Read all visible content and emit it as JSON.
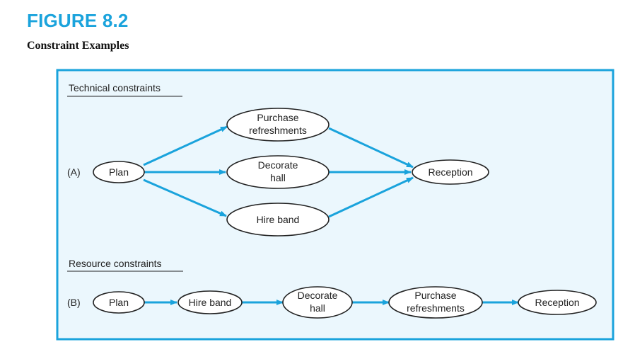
{
  "figure": {
    "label": "FIGURE 8.2",
    "caption": "Constraint Examples"
  },
  "colors": {
    "accent": "#1aa3dc",
    "panel_bg": "#ebf7fd",
    "panel_border": "#1aa3dc"
  },
  "sections": {
    "technical": {
      "title": "Technical constraints",
      "tag": "(A)"
    },
    "resource": {
      "title": "Resource constraints",
      "tag": "(B)"
    }
  },
  "nodes_a": {
    "plan": [
      "Plan"
    ],
    "purchase": [
      "Purchase",
      "refreshments"
    ],
    "decorate": [
      "Decorate",
      "hall"
    ],
    "hire": [
      "Hire band"
    ],
    "reception": [
      "Reception"
    ]
  },
  "nodes_b": {
    "plan": [
      "Plan"
    ],
    "hire": [
      "Hire band"
    ],
    "decorate": [
      "Decorate",
      "hall"
    ],
    "purchase": [
      "Purchase",
      "refreshments"
    ],
    "reception": [
      "Reception"
    ]
  }
}
